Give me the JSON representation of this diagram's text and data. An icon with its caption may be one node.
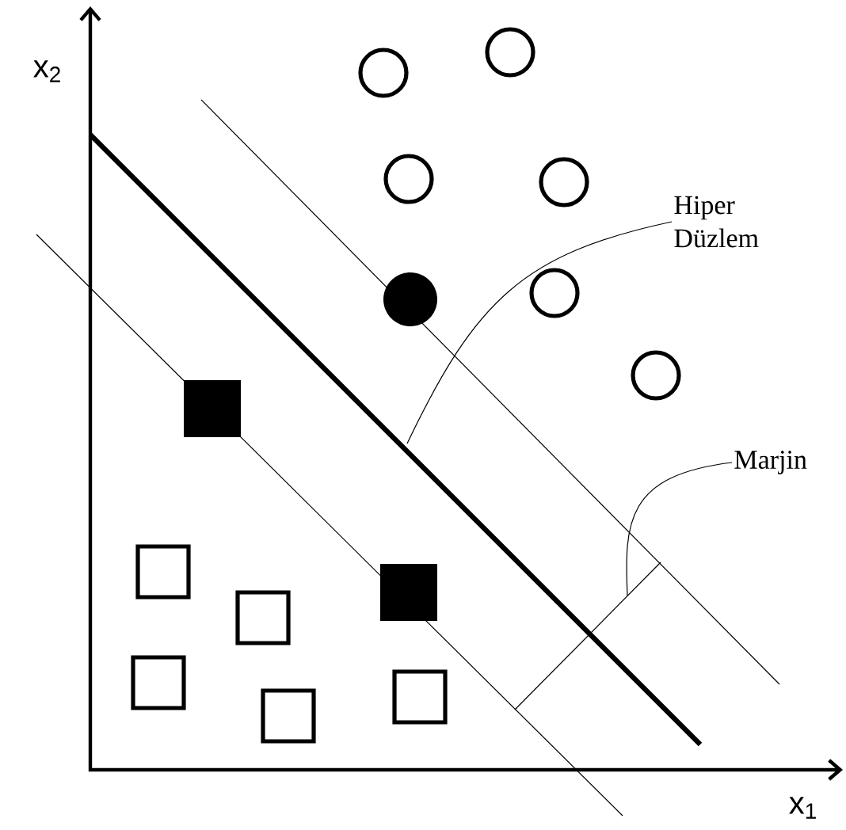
{
  "diagram": {
    "nodes": [
      {
        "text": [
          "Hiper Düzlem"
        ]
      },
      {
        "text": [
          "Marjin"
        ]
      }
    ],
    "edges": [
      {
        "from": 0,
        "to": null,
        "arrow": "none"
      },
      {
        "from": 1,
        "to": null,
        "arrow": "none"
      }
    ],
    "labels": [
      "x$_{2}$",
      "x$_{1}$"
    ]
  }
}
